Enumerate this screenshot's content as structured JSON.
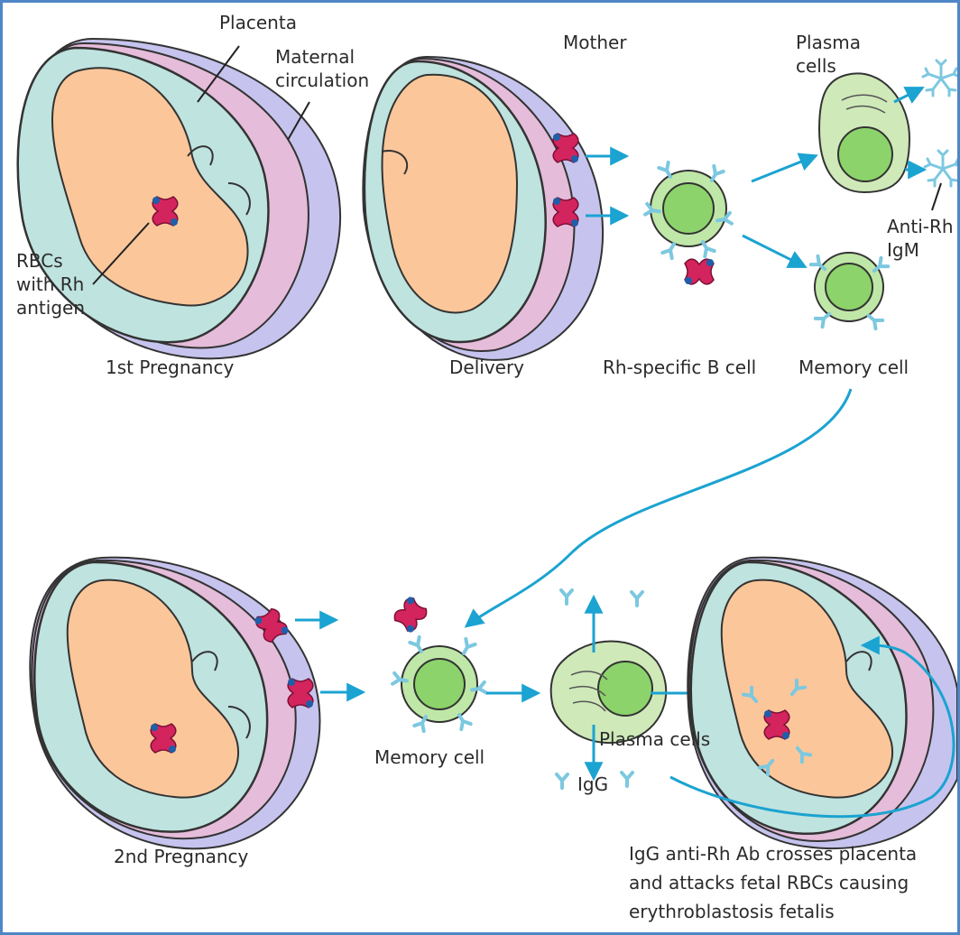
{
  "labels": {
    "placenta": "Placenta",
    "maternal_circulation": "Maternal\ncirculation",
    "rbcs_with_rh_antigen": "RBCs\nwith Rh\nantigen",
    "first_pregnancy": "1st Pregnancy",
    "mother": "Mother",
    "delivery": "Delivery",
    "plasma_cells_top": "Plasma\ncells",
    "anti_rh_igm": "Anti-Rh\nIgM",
    "rh_specific_b_cell": "Rh-specific B cell",
    "memory_cell_top": "Memory cell",
    "second_pregnancy": "2nd Pregnancy",
    "memory_cell_bottom": "Memory cell",
    "plasma_cells_bottom": "Plasma cells",
    "igg": "IgG",
    "caption": "IgG anti-Rh Ab crosses placenta\nand attacks fetal RBCs causing\nerythroblastosis fetalis"
  },
  "colors": {
    "border": "#4f86c6",
    "arrow": "#1ba3d1",
    "fetus_skin": "#fbc79a",
    "amniotic": "#bfe3df",
    "placenta": "#e5bcd9",
    "maternal_circulation": "#c6c4ee",
    "cell_green": "#8cd36b",
    "rbc": "#d3245e",
    "antibody": "#7cc8e0"
  }
}
